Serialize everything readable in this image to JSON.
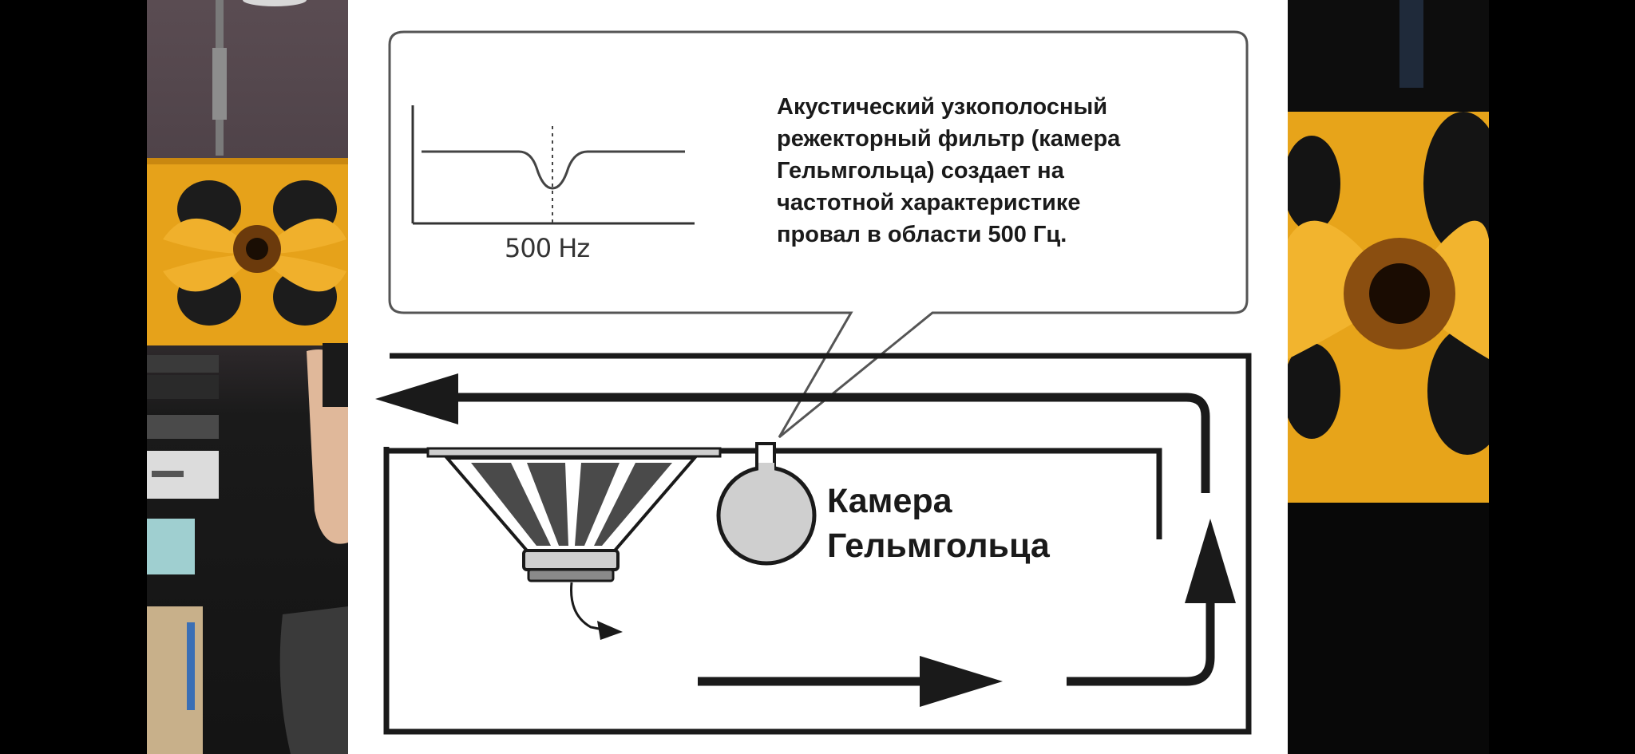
{
  "diagram": {
    "description_text": [
      "Акустический узкополосный",
      "режекторный фильтр (камера",
      "Гельмгольца) создает на",
      "частотной характеристике",
      "провал в области 500 Гц."
    ],
    "frequency_label": "500 Hz",
    "chamber_label": [
      "Камера",
      "Гельмгольца"
    ]
  },
  "colors": {
    "horn_yellow": "#e8a51c",
    "horn_dark": "#2a1a0c",
    "line": "#1a1a1a",
    "chamber_fill": "#cfcfcf",
    "cone_fill": "#4a4a4a"
  }
}
